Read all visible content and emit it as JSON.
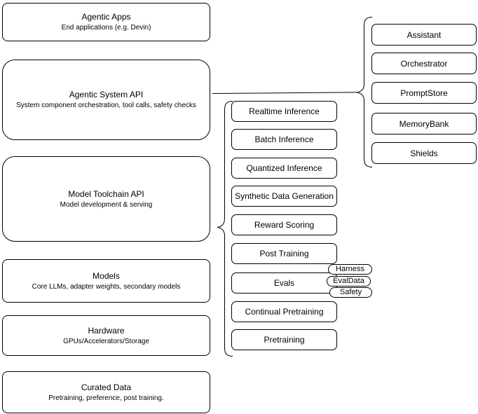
{
  "canvas": {
    "background_color": "#ffffff",
    "stroke_color": "#000000",
    "text_color": "#000000"
  },
  "left_stack": {
    "items": [
      {
        "title": "Agentic Apps",
        "subtitle": "End applications (e.g. Devin)"
      },
      {
        "title": "Agentic System API",
        "subtitle": "System component orchestration, tool calls, safety checks"
      },
      {
        "title": "Model Toolchain API",
        "subtitle": "Model development & serving"
      },
      {
        "title": "Models",
        "subtitle": "Core LLMs, adapter weights, secondary models"
      },
      {
        "title": "Hardware",
        "subtitle": "GPUs/Accelerators/Storage"
      },
      {
        "title": "Curated Data",
        "subtitle": "Pretraining, preference, post training."
      }
    ]
  },
  "toolchain_components": {
    "items": [
      "Realtime Inference",
      "Batch Inference",
      "Quantized Inference",
      "Synthetic Data Generation",
      "Reward Scoring",
      "Post Training",
      "Evals",
      "Continual Pretraining",
      "Pretraining"
    ]
  },
  "eval_tags": {
    "items": [
      "Harness",
      "EvalData",
      "Safety"
    ]
  },
  "system_components": {
    "items": [
      "Assistant",
      "Orchestrator",
      "PromptStore",
      "MemoryBank",
      "Shields"
    ]
  }
}
